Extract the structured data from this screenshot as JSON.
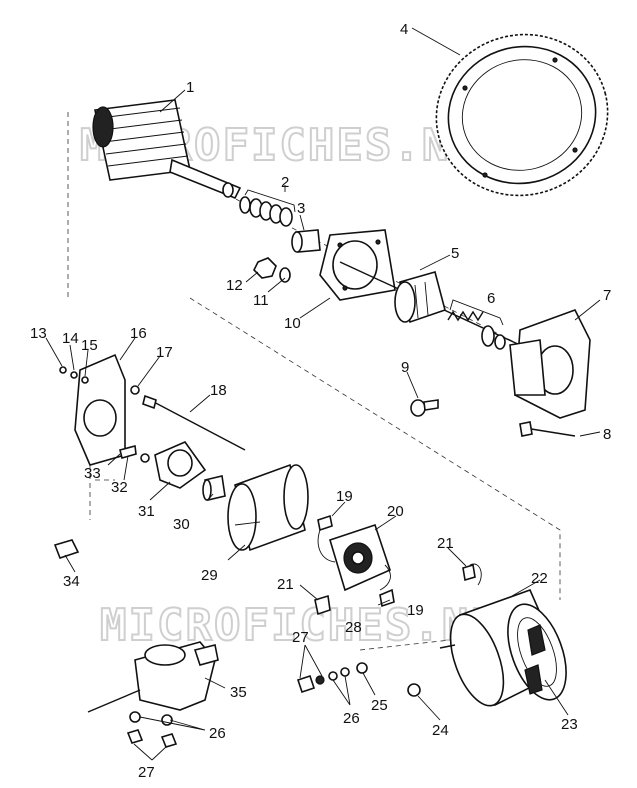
{
  "watermark": "MICROFICHES.NET",
  "callouts": [
    {
      "id": "c1",
      "text": "1"
    },
    {
      "id": "c2",
      "text": "2"
    },
    {
      "id": "c3",
      "text": "3"
    },
    {
      "id": "c4",
      "text": "4"
    },
    {
      "id": "c5",
      "text": "5"
    },
    {
      "id": "c6",
      "text": "6"
    },
    {
      "id": "c7",
      "text": "7"
    },
    {
      "id": "c8",
      "text": "8"
    },
    {
      "id": "c9",
      "text": "9"
    },
    {
      "id": "c10",
      "text": "10"
    },
    {
      "id": "c11",
      "text": "11"
    },
    {
      "id": "c12",
      "text": "12"
    },
    {
      "id": "c13",
      "text": "13"
    },
    {
      "id": "c14",
      "text": "14"
    },
    {
      "id": "c15",
      "text": "15"
    },
    {
      "id": "c16",
      "text": "16"
    },
    {
      "id": "c17",
      "text": "17"
    },
    {
      "id": "c18",
      "text": "18"
    },
    {
      "id": "c19a",
      "text": "19"
    },
    {
      "id": "c19b",
      "text": "19"
    },
    {
      "id": "c20",
      "text": "20"
    },
    {
      "id": "c21a",
      "text": "21"
    },
    {
      "id": "c21b",
      "text": "21"
    },
    {
      "id": "c22",
      "text": "22"
    },
    {
      "id": "c23",
      "text": "23"
    },
    {
      "id": "c24",
      "text": "24"
    },
    {
      "id": "c25",
      "text": "25"
    },
    {
      "id": "c26a",
      "text": "26"
    },
    {
      "id": "c26b",
      "text": "26"
    },
    {
      "id": "c27a",
      "text": "27"
    },
    {
      "id": "c27b",
      "text": "27"
    },
    {
      "id": "c28",
      "text": "28"
    },
    {
      "id": "c29",
      "text": "29"
    },
    {
      "id": "c30",
      "text": "30"
    },
    {
      "id": "c31",
      "text": "31"
    },
    {
      "id": "c32",
      "text": "32"
    },
    {
      "id": "c33",
      "text": "33"
    },
    {
      "id": "c34",
      "text": "34"
    },
    {
      "id": "c35",
      "text": "35"
    }
  ]
}
